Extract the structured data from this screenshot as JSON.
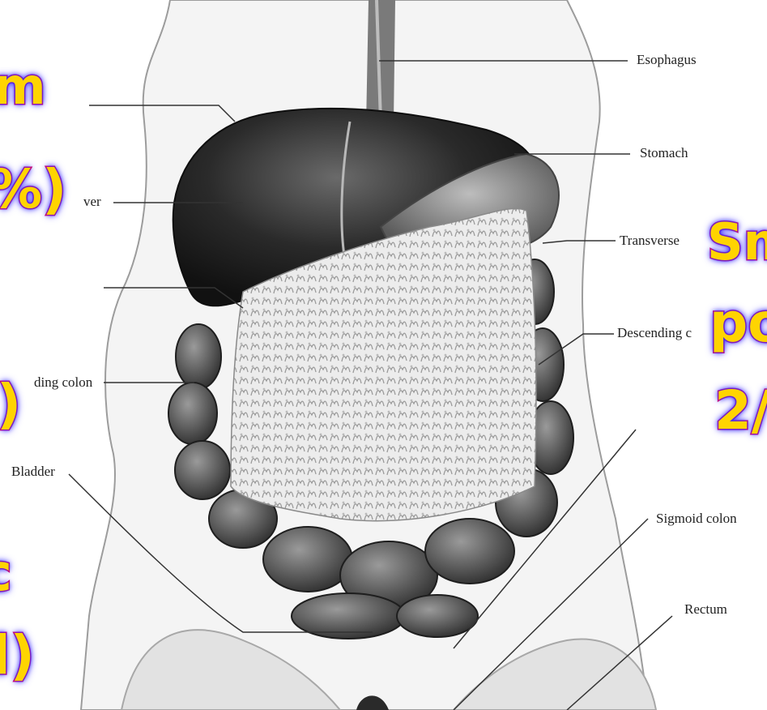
{
  "labels": {
    "esophagus": "Esophagus",
    "stomach": "Stomach",
    "liver_fragment": "ver",
    "transverse_fragment": "Transverse",
    "descending_fragment": "Descending c",
    "ascending_fragment": "ding colon",
    "bladder": "Bladder",
    "sigmoid": "Sigmoid colon",
    "rectum": "Rectum"
  },
  "overlay_left": [
    "m",
    "%)",
    ")",
    "c",
    "l)"
  ],
  "overlay_right": [
    "Sm",
    "po",
    "2/"
  ],
  "colors": {
    "overlay_fill": "#ffd400",
    "overlay_stroke": "#e8005a",
    "overlay_glow": "#3a2cff"
  }
}
